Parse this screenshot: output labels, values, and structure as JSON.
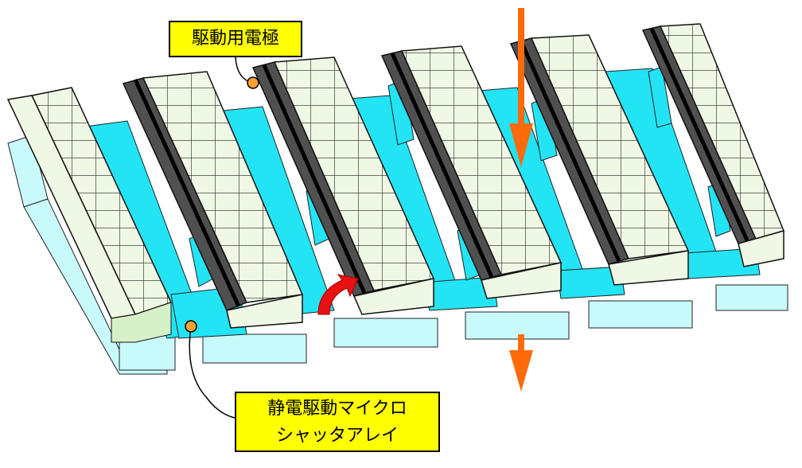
{
  "labels": {
    "electrode": "駆動用電極",
    "array_line1": "静電駆動マイクロ",
    "array_line2": "シャッタアレイ"
  },
  "colors": {
    "cube_green": "#eef8e4",
    "cyan_shutter": "#22e4f4",
    "light_cyan": "#c8fafc",
    "dark_electrode": "#505050",
    "arrow_orange": "#ff6a0a",
    "arrow_red": "#e81010",
    "callout_yellow": "#ffff00",
    "marker_orange": "#ffa030"
  }
}
